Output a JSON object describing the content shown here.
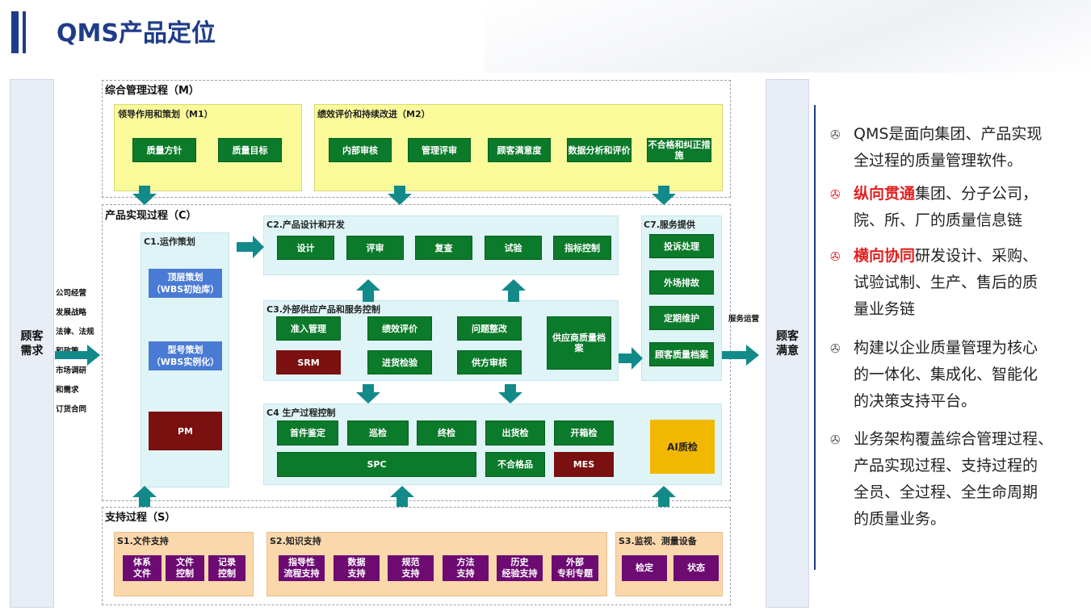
{
  "title": "QMS产品定位",
  "left_side": "顾客\n需求",
  "right_side": "顾客\n满意",
  "inputs": [
    "公司经营",
    "发展战略",
    "法律、法规",
    "和政策",
    "市场调研",
    "和需求",
    "订货合同"
  ],
  "output_label": "服务运营",
  "m": {
    "title": "综合管理过程（M）",
    "m1": {
      "title": "领导作用和策划（M1）",
      "items": [
        "质量方针",
        "质量目标"
      ]
    },
    "m2": {
      "title": "绩效评价和持续改进（M2）",
      "items": [
        "内部审核",
        "管理评审",
        "顾客满意度",
        "数据分析和评价",
        "不合格和纠正措施"
      ]
    }
  },
  "c": {
    "title": "产品实现过程（C）",
    "c1": {
      "title": "C1.运作策划",
      "items": [
        "顶层策划\n（WBS初始库）",
        "型号策划\n（WBS实例化）"
      ],
      "pm": "PM"
    },
    "c2": {
      "title": "C2.产品设计和开发",
      "items": [
        "设计",
        "评审",
        "复查",
        "试验",
        "指标控制"
      ]
    },
    "c3": {
      "title": "C3.外部供应产品和服务控制",
      "items": [
        "准入管理",
        "绩效评价",
        "问题整改",
        "进货检验",
        "供方审核"
      ],
      "srm": "SRM",
      "archive": "供应商质量档案"
    },
    "c4": {
      "title": "C4 生产过程控制",
      "items": [
        "首件鉴定",
        "巡检",
        "终检",
        "出货检",
        "开箱检"
      ],
      "spc": "SPC",
      "nonconf": "不合格品",
      "mes": "MES",
      "ai": "AI质检"
    },
    "c7": {
      "title": "C7.服务提供",
      "items": [
        "投诉处理",
        "外场排故",
        "定期维护",
        "顾客质量档案"
      ]
    }
  },
  "s": {
    "title": "支持过程（S）",
    "s1": {
      "title": "S1.文件支持",
      "items": [
        "体系\n文件",
        "文件\n控制",
        "记录\n控制"
      ]
    },
    "s2": {
      "title": "S2.知识支持",
      "items": [
        "指导性\n流程支持",
        "数据\n支持",
        "规范\n支持",
        "方法\n支持",
        "历史\n经验支持",
        "外部\n专利专题"
      ]
    },
    "s3": {
      "title": "S3.监视、测量设备",
      "items": [
        "检定",
        "状态"
      ]
    }
  },
  "bullets": [
    {
      "icon": "bullet-icon",
      "highlight": "",
      "lines": [
        "QMS是面向集团、产品实现",
        "全过程的质量管理软件。"
      ]
    },
    {
      "icon": "bullet-icon",
      "highlight": "纵向贯通",
      "lines": [
        "集团、分子公司，",
        "院、所、厂的质量信息链"
      ]
    },
    {
      "icon": "bullet-icon",
      "highlight": "横向协同",
      "lines": [
        "研发设计、采购、",
        "试验试制、生产、售后的质",
        "量业务链"
      ]
    },
    {
      "icon": "bullet-icon",
      "highlight": "",
      "lines": [
        "构建以企业质量管理为核心",
        "的一体化、集成化、智能化",
        "的决策支持平台。"
      ]
    },
    {
      "icon": "bullet-icon",
      "highlight": "",
      "lines": [
        "业务架构覆盖综合管理过程、",
        "产品实现过程、支持过程的",
        "全员、全过程、全生命周期",
        "的质量业务。"
      ]
    }
  ],
  "bullet_symbol": "✇",
  "colors": {
    "title": "#1f3c88",
    "highlight": "#e02020",
    "green": "#0b7a2a",
    "purple": "#6d0b72",
    "arrow": "#138a8a"
  }
}
